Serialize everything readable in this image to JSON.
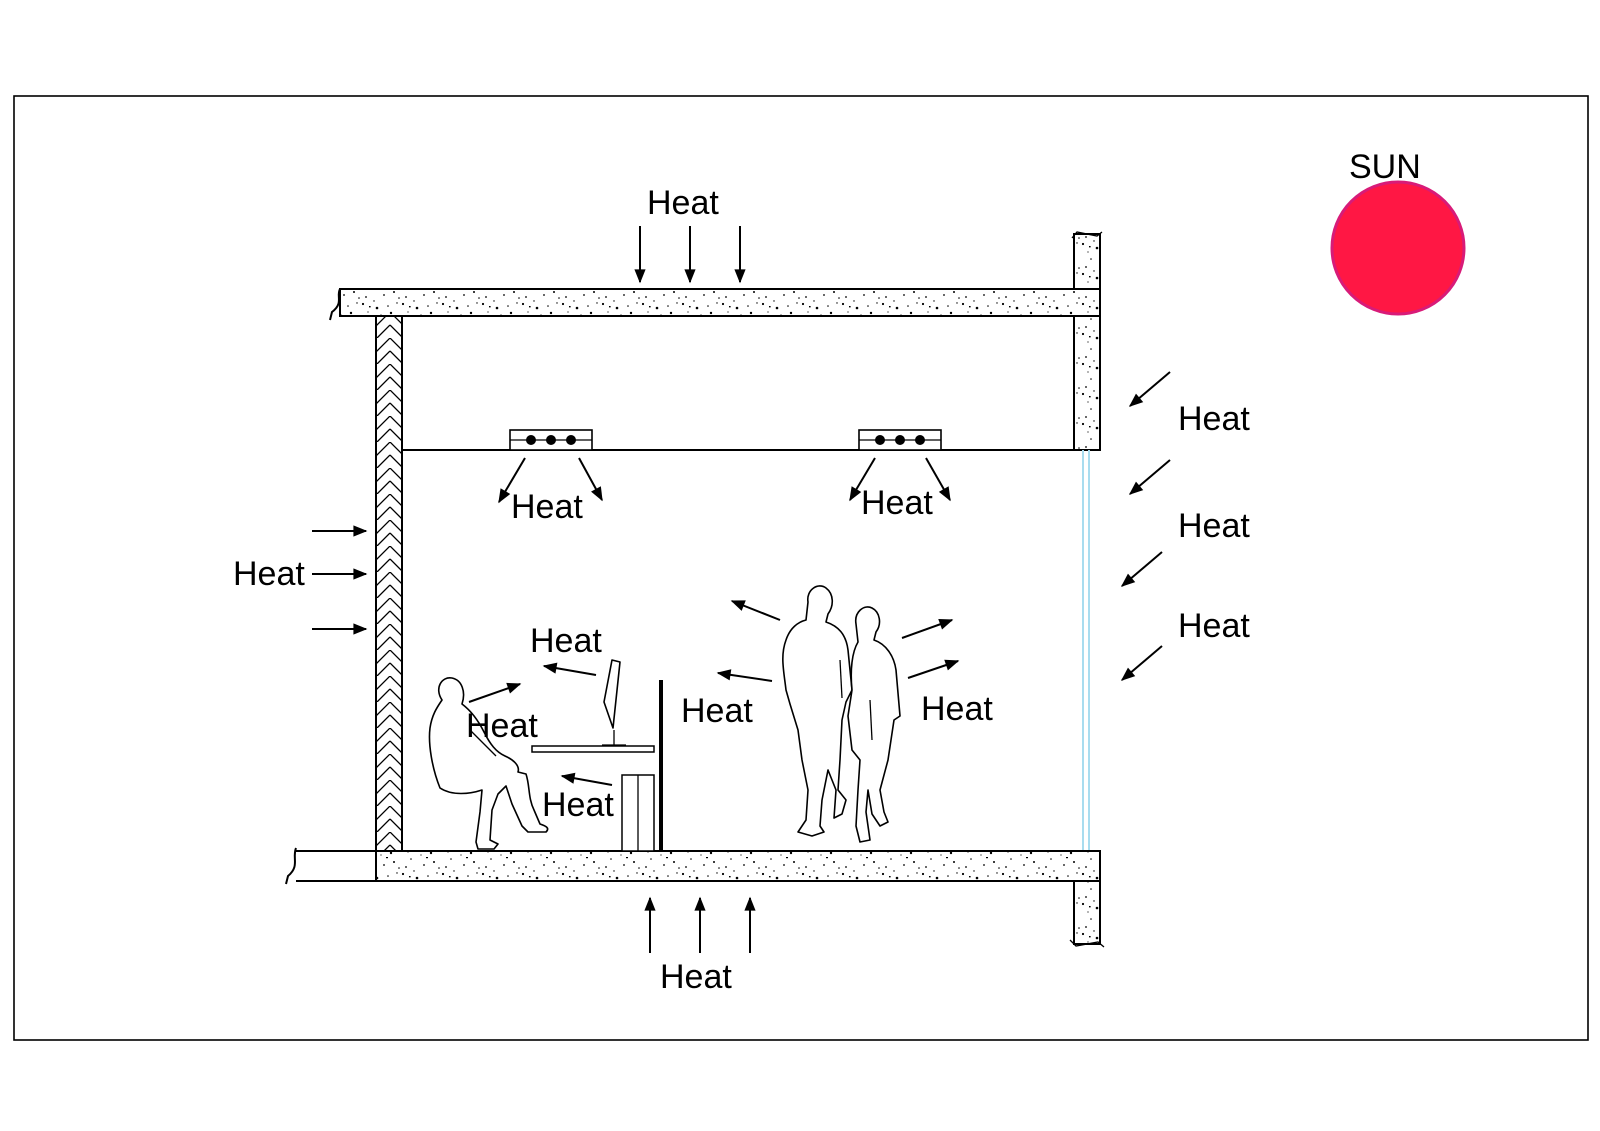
{
  "labels": {
    "sun": "SUN",
    "roof_heat": "Heat",
    "floor_heat": "Heat",
    "wall_heat": "Heat",
    "light_left_heat": "Heat",
    "light_right_heat": "Heat",
    "window_heat_1": "Heat",
    "window_heat_2": "Heat",
    "window_heat_3": "Heat",
    "computer_heat": "Heat",
    "seated_person_heat": "Heat",
    "cpu_heat": "Heat",
    "walking_man_heat": "Heat",
    "walking_woman_heat": "Heat"
  },
  "colors": {
    "sun_fill": "#ff1744",
    "sun_stroke": "#d81b78",
    "glass": "#a8dcef",
    "line": "#000000"
  }
}
